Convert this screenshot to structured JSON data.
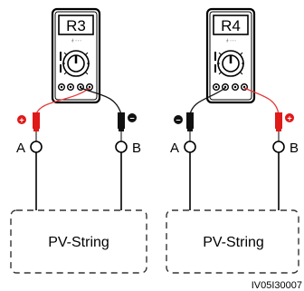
{
  "diagram": {
    "left": {
      "meter_label": "R3",
      "terminal_a": "A",
      "terminal_b": "B",
      "probe_a_sign": "+",
      "probe_b_sign": "−",
      "string_label": "PV-String"
    },
    "right": {
      "meter_label": "R4",
      "terminal_a": "A",
      "terminal_b": "B",
      "probe_a_sign": "−",
      "probe_b_sign": "+",
      "string_label": "PV-String"
    },
    "figure_code": "IV05I30007",
    "colors": {
      "meter_body": "#ffffff",
      "meter_outline": "#000000",
      "lcd_fill": "#ffffff",
      "red_probe": "#e01919",
      "red_lead": "#e83a3a",
      "black_probe": "#111111",
      "box_dash": "#333333"
    }
  }
}
